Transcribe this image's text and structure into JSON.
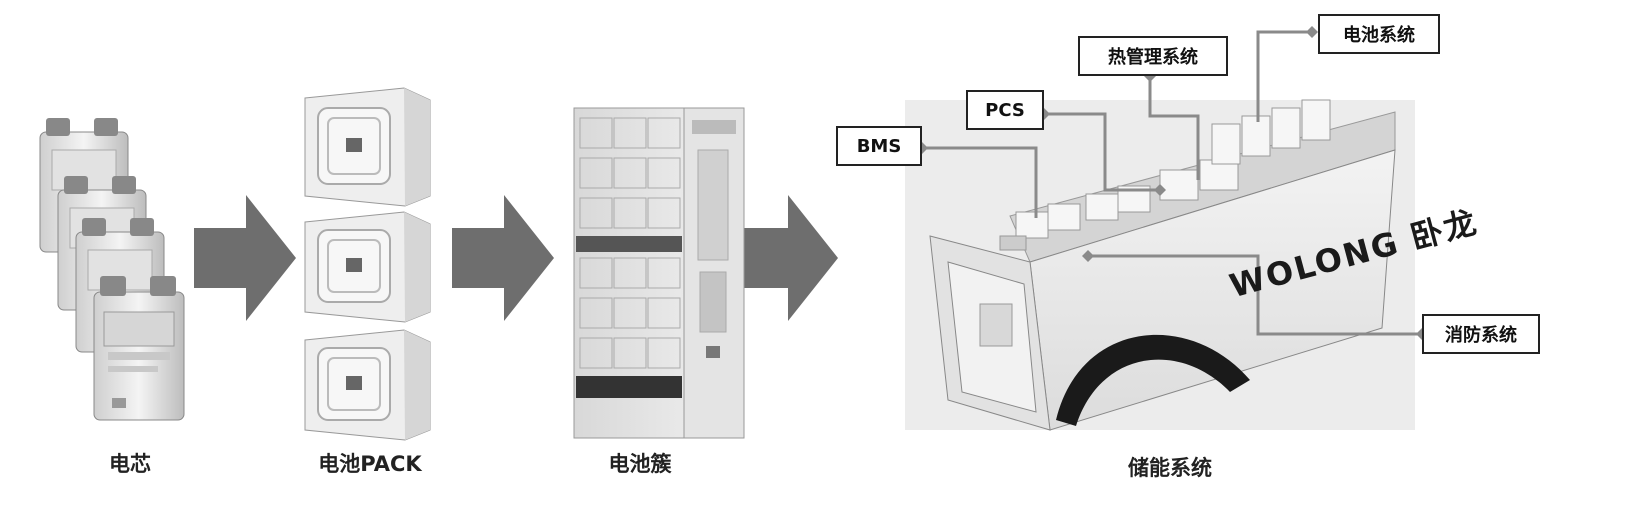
{
  "stages": [
    {
      "id": "cell",
      "label": "电芯"
    },
    {
      "id": "pack",
      "label": "电池PACK"
    },
    {
      "id": "cluster",
      "label": "电池簇"
    },
    {
      "id": "system",
      "label": "储能系统"
    }
  ],
  "callouts": {
    "bms": "BMS",
    "pcs": "PCS",
    "thermal": "热管理系统",
    "battery_system": "电池系统",
    "fire": "消防系统"
  },
  "brand": "WOLONG 卧龙",
  "colors": {
    "arrow": "#6e6e6e",
    "line": "#8a8a8a",
    "dark": "#222222",
    "panel": "#e9e9e9"
  }
}
